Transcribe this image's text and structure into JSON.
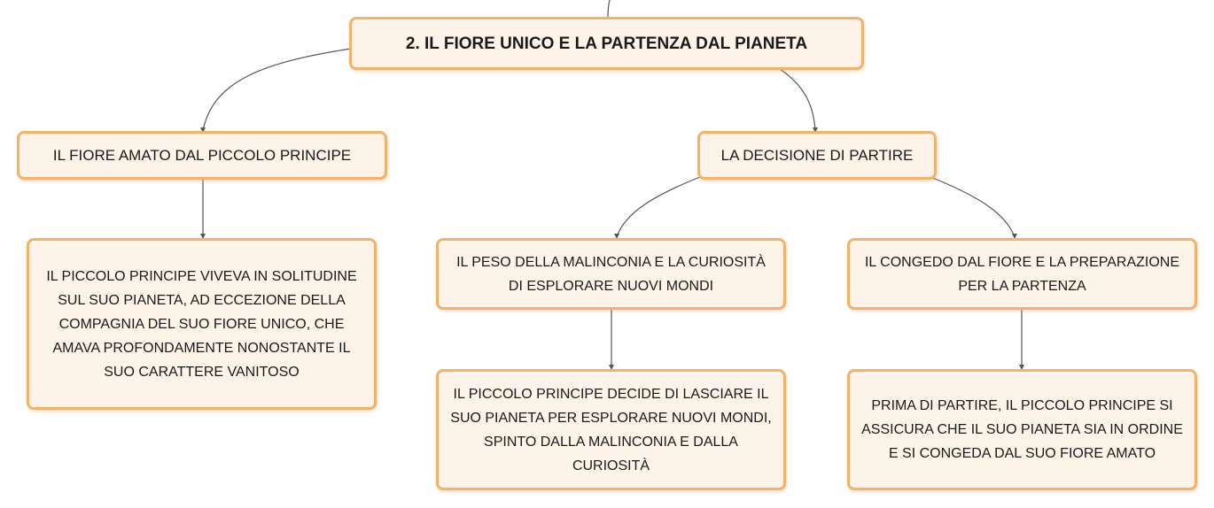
{
  "diagram": {
    "root": {
      "label": "2. IL FIORE UNICO E LA PARTENZA DAL PIANETA"
    },
    "branch_left": {
      "label": "IL FIORE AMATO DAL PICCOLO PRINCIPE",
      "detail": "IL PICCOLO PRINCIPE VIVEVA IN SOLITUDINE SUL SUO PIANETA, AD ECCEZIONE DELLA COMPAGNIA DEL SUO FIORE UNICO, CHE AMAVA PROFONDAMENTE NONOSTANTE IL SUO CARATTERE VANITOSO"
    },
    "branch_right": {
      "label": "LA DECISIONE DI PARTIRE",
      "children": [
        {
          "label": "IL PESO DELLA MALINCONIA E LA CURIOSITÀ DI ESPLORARE NUOVI MONDI",
          "detail": "IL PICCOLO PRINCIPE DECIDE DI LASCIARE IL SUO PIANETA PER ESPLORARE NUOVI MONDI, SPINTO DALLA MALINCONIA E DALLA CURIOSITÀ"
        },
        {
          "label": "IL CONGEDO DAL FIORE E LA PREPARAZIONE PER LA PARTENZA",
          "detail": "PRIMA DI PARTIRE, IL PICCOLO PRINCIPE SI ASSICURA CHE IL SUO PIANETA SIA IN ORDINE E SI CONGEDA DAL SUO FIORE AMATO"
        }
      ]
    },
    "colors": {
      "node_fill": "#fdf3e9",
      "node_border": "#f2b26a",
      "connector": "#555555"
    }
  }
}
